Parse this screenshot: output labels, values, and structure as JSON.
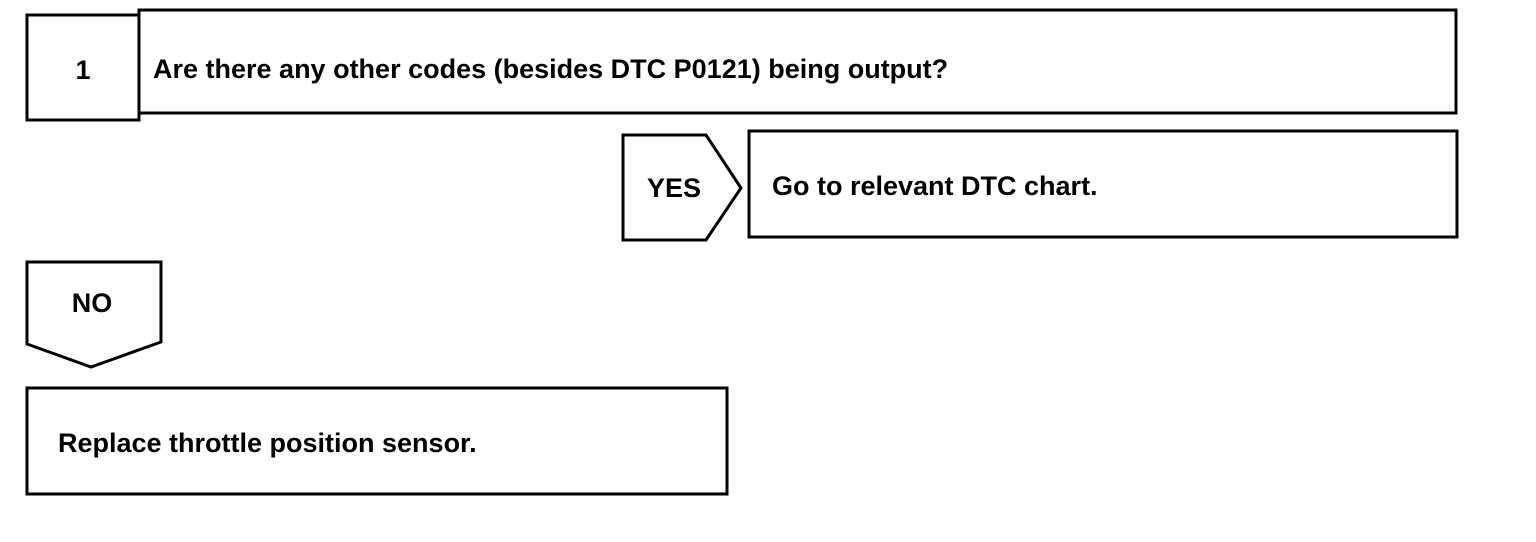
{
  "step": {
    "number": "1",
    "question": "Are there any other codes (besides DTC P0121) being output?"
  },
  "yes_branch": {
    "label": "YES",
    "action": "Go to relevant DTC chart."
  },
  "no_branch": {
    "label": "NO",
    "action": "Replace throttle position sensor."
  }
}
